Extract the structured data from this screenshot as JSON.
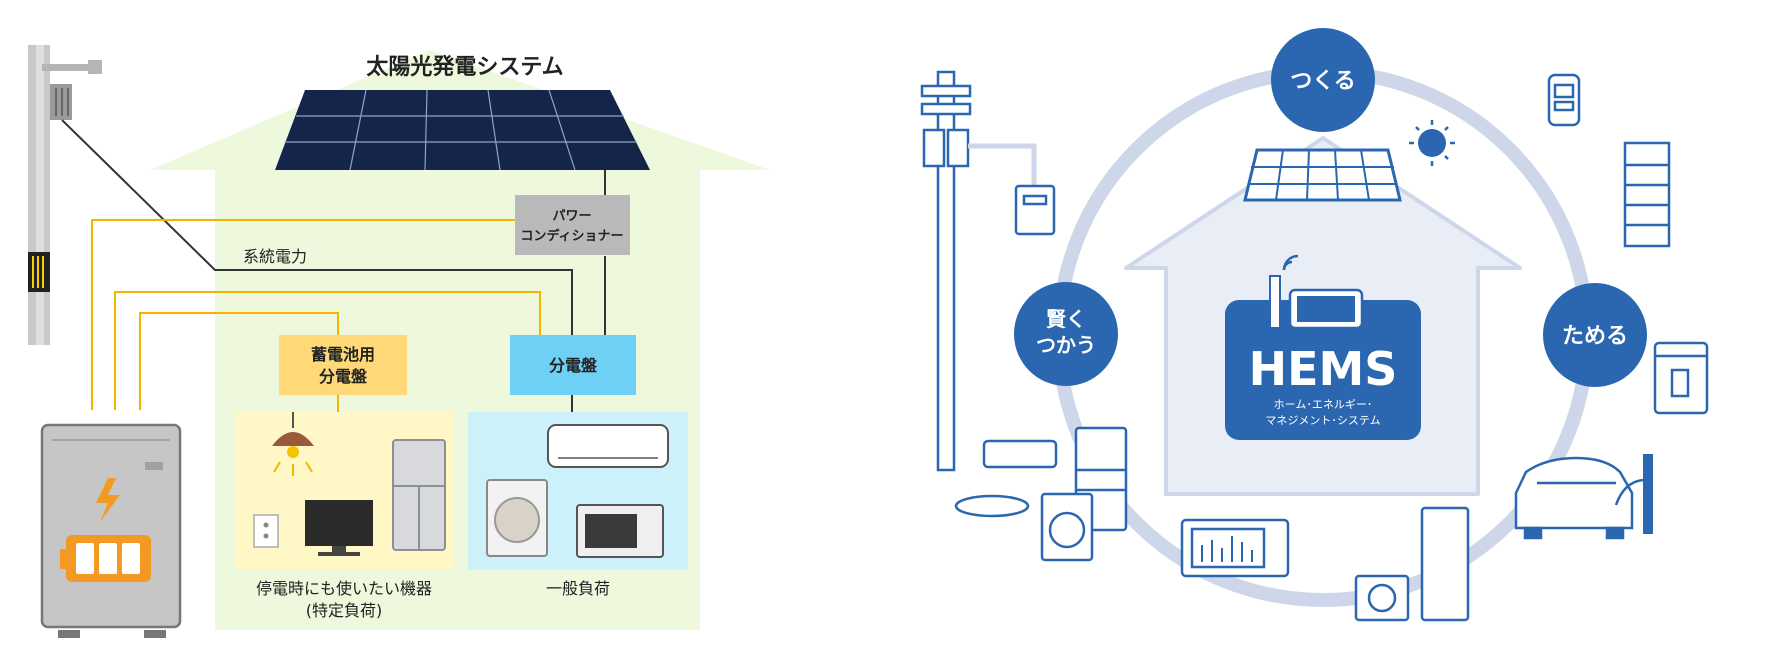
{
  "solar_system": {
    "title": "太陽光発電システム",
    "power_conditioner_line1": "パワー",
    "power_conditioner_line2": "コンディショナー",
    "grid_power_label": "系統電力",
    "battery_panel_line1": "蓄電池用",
    "battery_panel_line2": "分電盤",
    "distribution_board": "分電盤",
    "specific_load_line1": "停電時にも使いたい機器",
    "specific_load_line2": "(特定負荷)",
    "general_load": "一般負荷"
  },
  "hems": {
    "center_title": "HEMS",
    "center_sub1": "ホーム･エネルギー･",
    "center_sub2": "マネジメント･システム",
    "make_label": "つくる",
    "store_label": "ためる",
    "use_line1": "賢く",
    "use_line2": "つかう"
  },
  "colors": {
    "house_green": "#eef8dd",
    "wire_yellow": "#f4b400",
    "battery_orange": "#f29a24",
    "panel_navy": "#15254a",
    "board_blue": "#6fd0f5",
    "hems_blue": "#2a67b0",
    "hems_light": "#e9edf6"
  }
}
